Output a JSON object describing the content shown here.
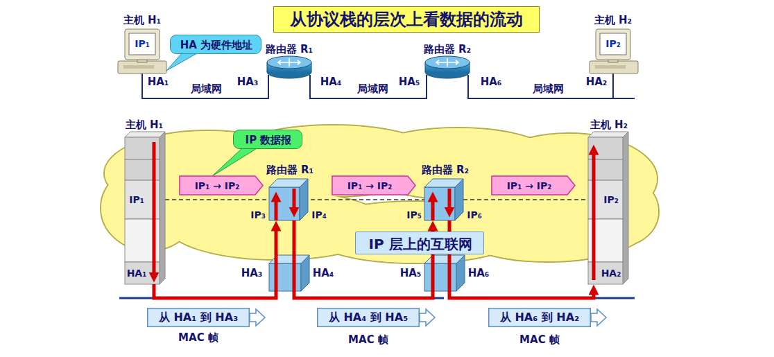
{
  "diagram": {
    "title": "从协议栈的层次上看数据的流动",
    "nodes": [
      {
        "text": [
          "主机 H₁",
          "IP₁"
        ]
      },
      {
        "text": [
          "HA 为硬件地址"
        ]
      },
      {
        "text": [
          "路由器 R₁"
        ]
      },
      {
        "text": [
          "路由器 R₂"
        ]
      },
      {
        "text": [
          "主机 H₂",
          "IP₂"
        ]
      },
      {
        "text": [
          "主机 H₁",
          "IP₁",
          "HA₁"
        ]
      },
      {
        "text": [
          "IP 数据报"
        ]
      },
      {
        "text": [
          "IP₁ → IP₂"
        ]
      },
      {
        "text": [
          "路由器 R₁"
        ]
      },
      {
        "text": [
          "IP₁ → IP₂"
        ]
      },
      {
        "text": [
          "路由器 R₂"
        ]
      },
      {
        "text": [
          "IP₁ → IP₂"
        ]
      },
      {
        "text": [
          "主机 H₂",
          "IP₂",
          "HA₂"
        ]
      },
      {
        "text": [
          "IP 层上的互联网"
        ]
      },
      {
        "text": [
          "从 HA₁ 到 HA₃"
        ]
      },
      {
        "text": [
          "从 HA₄ 到 HA₅"
        ]
      },
      {
        "text": [
          "从 HA₆ 到 HA₂"
        ]
      }
    ],
    "edges": [
      {
        "from": 5,
        "to": 8,
        "arrow": "to"
      },
      {
        "from": 8,
        "to": 10,
        "arrow": "to"
      },
      {
        "from": 10,
        "to": 12,
        "arrow": "to"
      }
    ],
    "labels": [
      "HA₁",
      "局域网",
      "HA₃",
      "HA₄",
      "局域网",
      "HA₅",
      "HA₆",
      "局域网",
      "HA₂",
      "IP₃",
      "IP₄",
      "IP₅",
      "IP₆",
      "HA₃",
      "HA₄",
      "HA₅",
      "HA₆",
      "MAC 帧",
      "MAC 帧",
      "MAC 帧"
    ]
  }
}
